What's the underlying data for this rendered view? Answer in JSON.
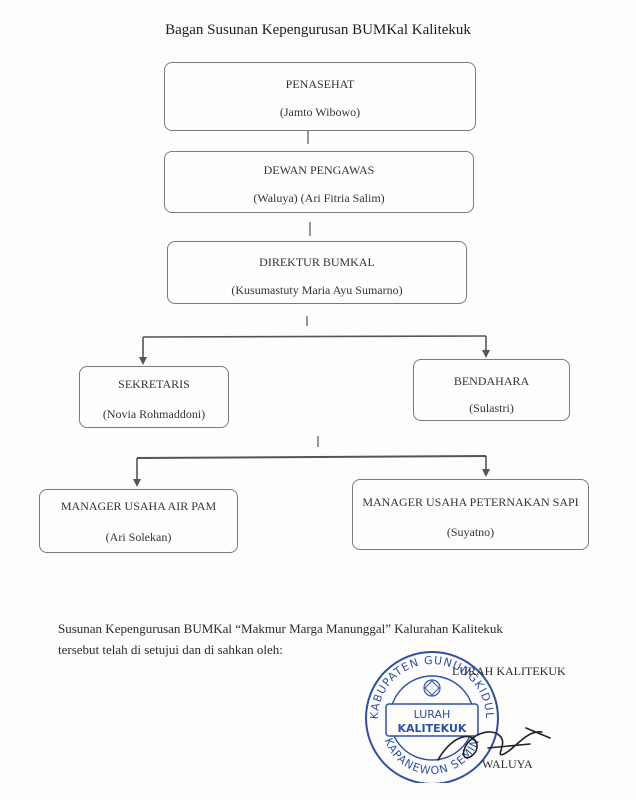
{
  "title": "Bagan Susunan Kepengurusan BUMKal Kalitekuk",
  "org": {
    "penasehat": {
      "role": "PENASEHAT",
      "person": "(Jamto Wibowo)"
    },
    "dewan_pengawas": {
      "role": "DEWAN PENGAWAS",
      "person": "(Waluya) (Ari Fitria Salim)"
    },
    "direktur": {
      "role": "DIREKTUR BUMKAL",
      "person": "(Kusumastuty Maria Ayu Sumarno)"
    },
    "sekretaris": {
      "role": "SEKRETARIS",
      "person": "(Novia Rohmaddoni)"
    },
    "bendahara": {
      "role": "BENDAHARA",
      "person": "(Sulastri)"
    },
    "manager_air_pam": {
      "role": "MANAGER USAHA AIR PAM",
      "person": "(Ari Solekan)"
    },
    "manager_peternakan": {
      "role": "MANAGER USAHA PETERNAKAN SAPI",
      "person": "(Suyatno)"
    }
  },
  "footer": {
    "line1": "Susunan Kepengurusan BUMKal “Makmur Marga Manunggal” Kalurahan Kalitekuk",
    "line2": "tersebut telah  di setujui dan di sahkan oleh:"
  },
  "signature": {
    "title": "LURAH KALITEKUK",
    "name": "WALUYA"
  },
  "stamp": {
    "outer_top": "KABUPATEN GUNUNGKIDUL",
    "outer_bottom": "KAPANEWON SEMIN",
    "inner_line1": "LURAH",
    "inner_line2": "KALITEKUK",
    "color": "#2f4fa8"
  }
}
